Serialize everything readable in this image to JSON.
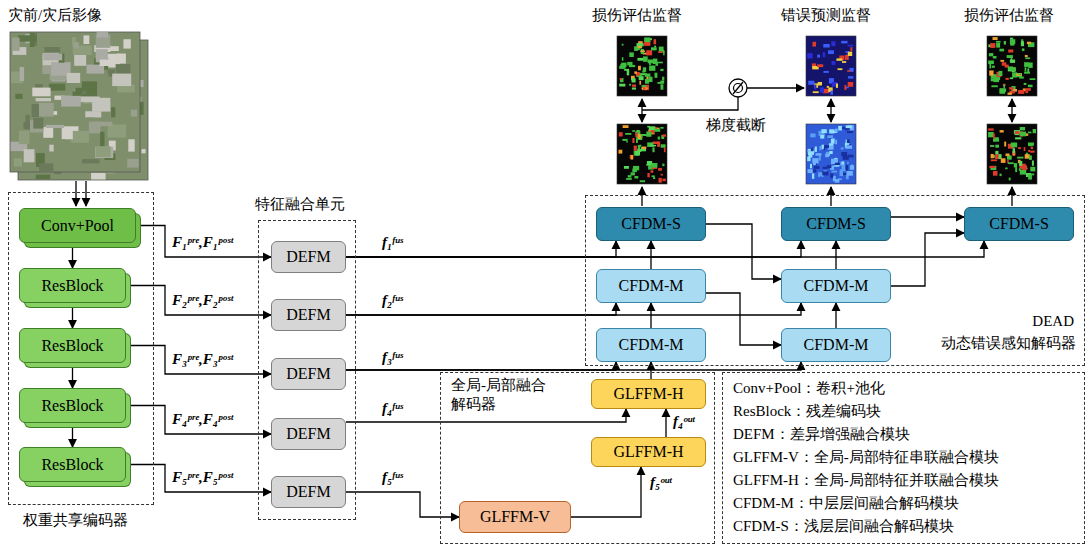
{
  "diagram": {
    "nodes": [
      {
        "text": [
          "权重共享编码器"
        ]
      },
      {
        "text": [
          "Conv+Pool"
        ],
        "in": 0
      },
      {
        "text": [
          "ResBlock"
        ],
        "in": 0
      },
      {
        "text": [
          "ResBlock"
        ],
        "in": 0
      },
      {
        "text": [
          "ResBlock"
        ],
        "in": 0
      },
      {
        "text": [
          "ResBlock"
        ],
        "in": 0
      },
      {
        "text": [
          "特征融合单元"
        ]
      },
      {
        "text": [
          "DEFM"
        ],
        "in": 6
      },
      {
        "text": [
          "DEFM"
        ],
        "in": 6
      },
      {
        "text": [
          "DEFM"
        ],
        "in": 6
      },
      {
        "text": [
          "DEFM"
        ],
        "in": 6
      },
      {
        "text": [
          "DEFM"
        ],
        "in": 6
      },
      {
        "text": [
          "全局-局部融合 解码器"
        ]
      },
      {
        "text": [
          "GLFFM-V"
        ],
        "in": 12
      },
      {
        "text": [
          "GLFFM-H"
        ],
        "in": 12
      },
      {
        "text": [
          "GLFFM-H"
        ],
        "in": 12
      },
      {
        "text": [
          "DEAD",
          "动态错误感知解码器"
        ]
      },
      {
        "text": [
          "CFDM-M"
        ],
        "in": 16
      },
      {
        "text": [
          "CFDM-M"
        ],
        "in": 16
      },
      {
        "text": [
          "CFDM-S"
        ],
        "in": 16
      },
      {
        "text": [
          "CFDM-M"
        ],
        "in": 16
      },
      {
        "text": [
          "CFDM-M"
        ],
        "in": 16
      },
      {
        "text": [
          "CFDM-S"
        ],
        "in": 16
      },
      {
        "text": [
          "CFDM-S"
        ],
        "in": 16
      },
      {
        "text": [
          "Conv+Pool：卷积+池化",
          "ResBlock：残差编码块",
          "DEFM：差异增强融合模块",
          "GLFFM-V：全局-局部特征串联融合模块",
          "GLFFM-H：全局-局部特征并联融合模块",
          "CFDM-M：中层层间融合解码模块",
          "CFDM-S：浅层层间融合解码模块"
        ]
      }
    ],
    "edges": [
      {
        "from": 1,
        "to": 2,
        "arrow": "to"
      },
      {
        "from": 2,
        "to": 3,
        "arrow": "to"
      },
      {
        "from": 3,
        "to": 4,
        "arrow": "to"
      },
      {
        "from": 4,
        "to": 5,
        "arrow": "to"
      },
      {
        "from": 1,
        "to": 7,
        "label": "F₁ᵖʳᵉ,F₁ᵖᵒˢᵗ",
        "arrow": "to"
      },
      {
        "from": 2,
        "to": 8,
        "label": "F₂ᵖʳᵉ,F₂ᵖᵒˢᵗ",
        "arrow": "to"
      },
      {
        "from": 3,
        "to": 9,
        "label": "F₃ᵖʳᵉ,F₃ᵖᵒˢᵗ",
        "arrow": "to"
      },
      {
        "from": 4,
        "to": 10,
        "label": "F₄ᵖʳᵉ,F₄ᵖᵒˢᵗ",
        "arrow": "to"
      },
      {
        "from": 5,
        "to": 11,
        "label": "F₅ᵖʳᵉ,F₅ᵖᵒˢᵗ",
        "arrow": "to"
      },
      {
        "from": 7,
        "to": 19,
        "label": "f₁ᶠᵘˢ",
        "arrow": "to"
      },
      {
        "from": 7,
        "to": 22,
        "arrow": "to"
      },
      {
        "from": 7,
        "to": 23,
        "arrow": "to"
      },
      {
        "from": 8,
        "to": 18,
        "label": "f₂ᶠᵘˢ",
        "arrow": "to"
      },
      {
        "from": 8,
        "to": 21,
        "arrow": "to"
      },
      {
        "from": 9,
        "to": 17,
        "label": "f₃ᶠᵘˢ",
        "arrow": "to"
      },
      {
        "from": 9,
        "to": 20,
        "arrow": "to"
      },
      {
        "from": 10,
        "to": 15,
        "label": "f₄ᶠᵘˢ",
        "arrow": "to"
      },
      {
        "from": 11,
        "to": 13,
        "label": "f₅ᶠᵘˢ",
        "arrow": "to"
      },
      {
        "from": 13,
        "to": 14,
        "label": "f₅ᵒᵘᵗ",
        "arrow": "to"
      },
      {
        "from": 14,
        "to": 15,
        "label": "f₄ᵒᵘᵗ",
        "arrow": "to"
      },
      {
        "from": 15,
        "to": 17,
        "arrow": "to"
      },
      {
        "from": 17,
        "to": 18,
        "arrow": "to"
      },
      {
        "from": 18,
        "to": 19,
        "arrow": "to"
      },
      {
        "from": 20,
        "to": 21,
        "arrow": "to"
      },
      {
        "from": 21,
        "to": 22,
        "arrow": "to"
      },
      {
        "from": 18,
        "to": 20,
        "arrow": "to"
      },
      {
        "from": 19,
        "to": 21,
        "arrow": "to"
      },
      {
        "from": 22,
        "to": 23,
        "arrow": "to"
      },
      {
        "from": 21,
        "to": 23,
        "arrow": "to"
      }
    ],
    "labels": [
      "灾前/灾后影像",
      "损伤评估监督",
      "错误预测监督",
      "损伤评估监督",
      "梯度截断"
    ]
  }
}
